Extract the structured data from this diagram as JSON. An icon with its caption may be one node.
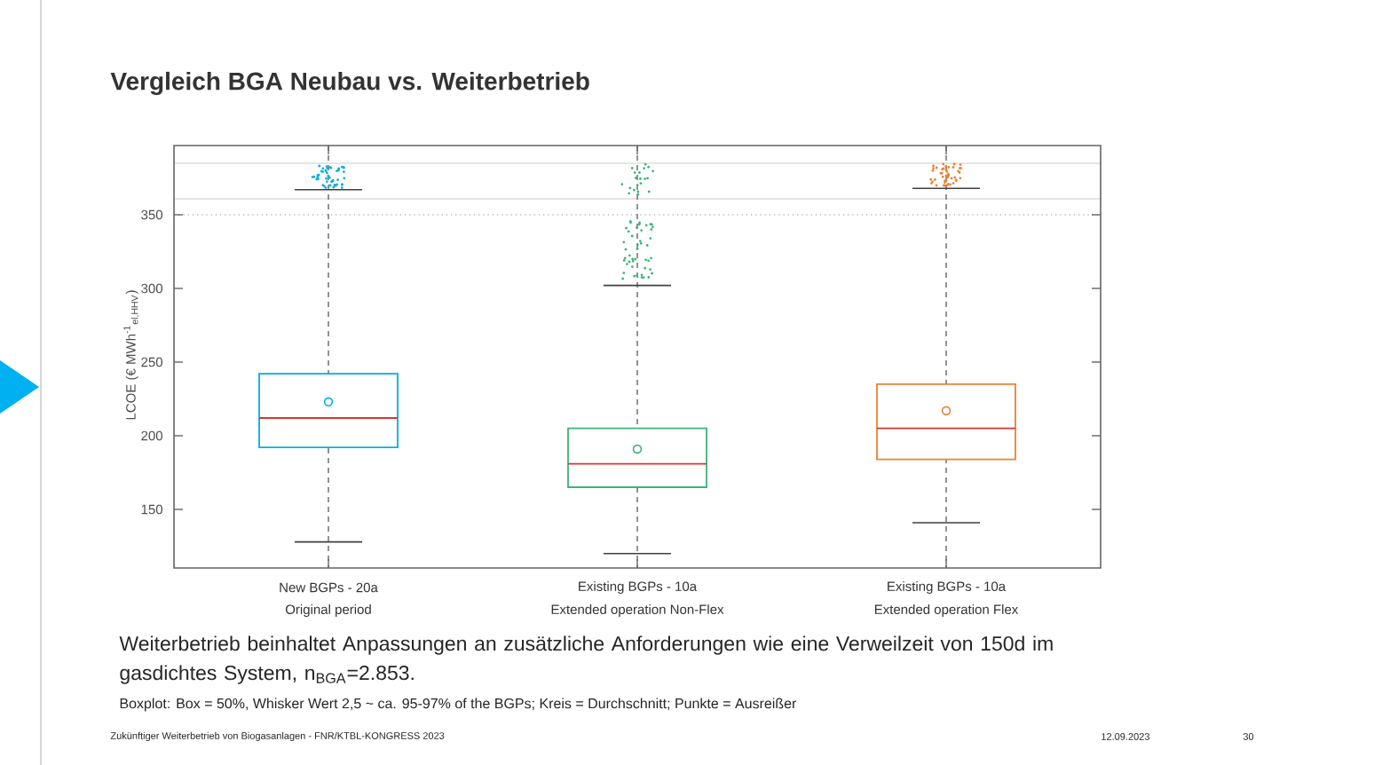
{
  "diagram": {
    "title": "Vergleich BGA Neubau vs. Weiterbetrieb",
    "labels": [
      "350",
      "300",
      "250",
      "200",
      "150",
      "LCOE (€ MWh$^{-1}$$_{el,HHV}$)",
      "New BGPs - 20a",
      "Original period",
      "Existing BGPs - 10a",
      "Extended operation Non-Flex",
      "Existing BGPs - 10a",
      "Extended operation Flex",
      "Weiterbetrieb beinhaltet Anpassungen an zusätzliche Anforderungen wie eine Verweilzeit von 150d im gasdichtes System, n$_{BGA}$=2.853.",
      "Boxplot: Box = 50%, Whisker Wert 2,5 ~ ca. 95-97% of the BGPs; Kreis = Durchschnitt; Punkte = Ausreißer",
      "Zukünftiger Weiterbetrieb von Biogasanlagen - FNR/KTBL-KONGRESS 2023",
      "12.09.2023",
      "30"
    ]
  }
}
